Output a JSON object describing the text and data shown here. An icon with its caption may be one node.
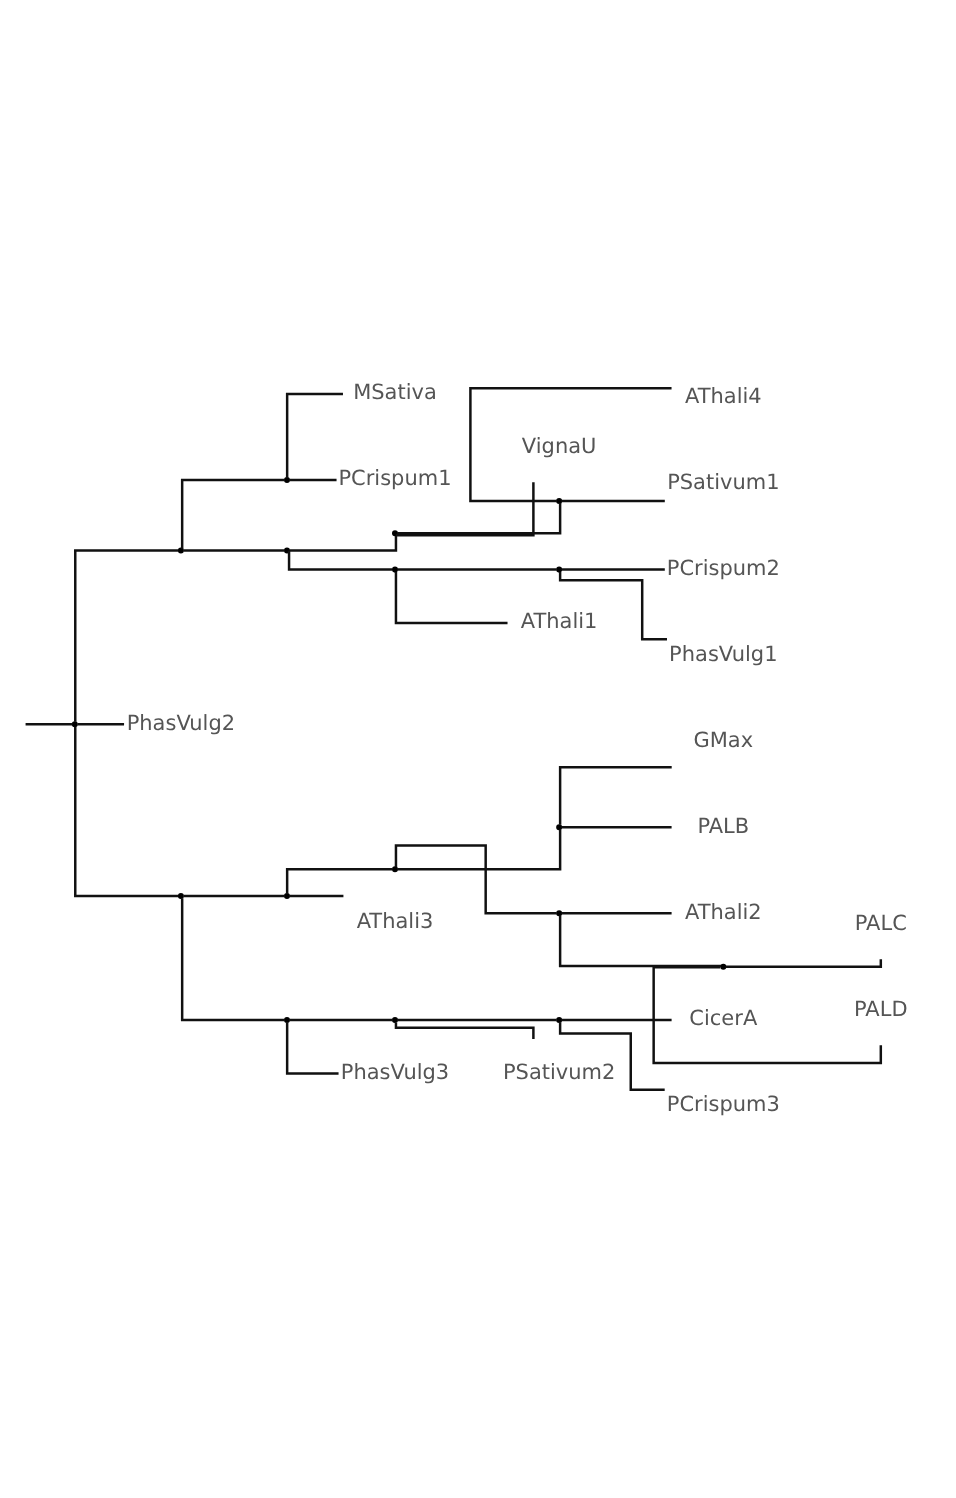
{
  "diagram": {
    "nodes": [
      {
        "text": [],
        "shape": "point"
      },
      {
        "text": [],
        "shape": "point"
      },
      {
        "text": [],
        "shape": "point"
      },
      {
        "text": [
          "MSativa"
        ]
      },
      {
        "text": [
          "PCrispum1"
        ]
      },
      {
        "text": [],
        "shape": "point"
      },
      {
        "text": [],
        "shape": "point"
      },
      {
        "text": [
          "VignaU"
        ]
      },
      {
        "text": [],
        "shape": "point"
      },
      {
        "text": [
          "AThali4"
        ]
      },
      {
        "text": [
          "PSativum1"
        ]
      },
      {
        "text": [],
        "shape": "point"
      },
      {
        "text": [],
        "shape": "point"
      },
      {
        "text": [
          "PCrispum2"
        ]
      },
      {
        "text": [
          "PhasVulg1"
        ]
      },
      {
        "text": [
          "AThali1"
        ]
      },
      {
        "text": [
          "PhasVulg2"
        ]
      },
      {
        "text": [],
        "shape": "point"
      },
      {
        "text": [],
        "shape": "point"
      },
      {
        "text": [],
        "shape": "point"
      },
      {
        "text": [],
        "shape": "point"
      },
      {
        "text": [
          "GMax"
        ]
      },
      {
        "text": [
          "PALB"
        ]
      },
      {
        "text": [],
        "shape": "point"
      },
      {
        "text": [
          "AThali2"
        ]
      },
      {
        "text": [],
        "shape": "point"
      },
      {
        "text": [
          "PALC"
        ]
      },
      {
        "text": [
          "PALD"
        ]
      },
      {
        "text": [
          "AThali3"
        ]
      },
      {
        "text": [],
        "shape": "point"
      },
      {
        "text": [],
        "shape": "point"
      },
      {
        "text": [],
        "shape": "point"
      },
      {
        "text": [
          "CicerA"
        ]
      },
      {
        "text": [
          "PCrispum3"
        ]
      },
      {
        "text": [
          "PSativum2"
        ]
      },
      {
        "text": [
          "PhasVulg3"
        ]
      }
    ],
    "edges": [
      {
        "from": null,
        "to": 0,
        "arrow": "none"
      },
      {
        "from": 0,
        "to": 1,
        "arrow": "none"
      },
      {
        "from": 1,
        "to": 2,
        "arrow": "none"
      },
      {
        "from": 2,
        "to": 3,
        "arrow": "none"
      },
      {
        "from": 2,
        "to": 4,
        "arrow": "none"
      },
      {
        "from": 1,
        "to": 5,
        "arrow": "none"
      },
      {
        "from": 5,
        "to": 6,
        "arrow": "none"
      },
      {
        "from": 6,
        "to": 7,
        "arrow": "none"
      },
      {
        "from": 6,
        "to": 8,
        "arrow": "none"
      },
      {
        "from": 8,
        "to": 9,
        "arrow": "none"
      },
      {
        "from": 8,
        "to": 10,
        "arrow": "none"
      },
      {
        "from": 5,
        "to": 11,
        "arrow": "none"
      },
      {
        "from": 11,
        "to": 12,
        "arrow": "none"
      },
      {
        "from": 12,
        "to": 13,
        "arrow": "none"
      },
      {
        "from": 12,
        "to": 14,
        "arrow": "none"
      },
      {
        "from": 11,
        "to": 15,
        "arrow": "none"
      },
      {
        "from": 0,
        "to": 16,
        "arrow": "none"
      },
      {
        "from": 0,
        "to": 17,
        "arrow": "none"
      },
      {
        "from": 17,
        "to": 18,
        "arrow": "none"
      },
      {
        "from": 18,
        "to": 19,
        "arrow": "none"
      },
      {
        "from": 19,
        "to": 20,
        "arrow": "none"
      },
      {
        "from": 20,
        "to": 21,
        "arrow": "none"
      },
      {
        "from": 20,
        "to": 22,
        "arrow": "none"
      },
      {
        "from": 19,
        "to": 23,
        "arrow": "none"
      },
      {
        "from": 23,
        "to": 24,
        "arrow": "none"
      },
      {
        "from": 23,
        "to": 25,
        "arrow": "none"
      },
      {
        "from": 25,
        "to": 26,
        "arrow": "none"
      },
      {
        "from": 25,
        "to": 27,
        "arrow": "none"
      },
      {
        "from": 18,
        "to": 28,
        "arrow": "none"
      },
      {
        "from": 17,
        "to": 29,
        "arrow": "none"
      },
      {
        "from": 29,
        "to": 30,
        "arrow": "none"
      },
      {
        "from": 30,
        "to": 31,
        "arrow": "none"
      },
      {
        "from": 31,
        "to": 32,
        "arrow": "none"
      },
      {
        "from": 31,
        "to": 33,
        "arrow": "none"
      },
      {
        "from": 30,
        "to": 34,
        "arrow": "none"
      },
      {
        "from": 29,
        "to": 35,
        "arrow": "none"
      }
    ]
  }
}
